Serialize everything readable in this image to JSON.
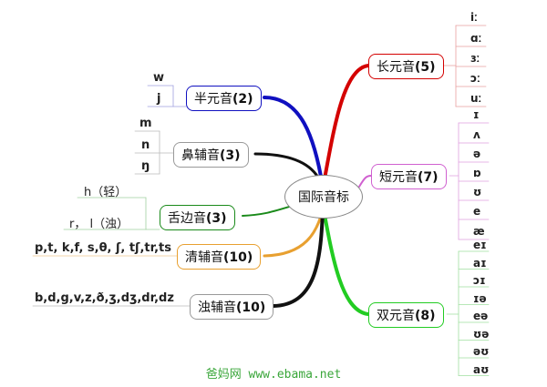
{
  "center": "国际音标",
  "right_branches": [
    {
      "name": "长元音",
      "count": "(5)",
      "color": "#d40000",
      "leaves": [
        "iː",
        "ɑː",
        "ɜː",
        "ɔː",
        "uː"
      ]
    },
    {
      "name": "短元音",
      "count": "(7)",
      "color": "#d060d0",
      "leaves": [
        "ɪ",
        "ʌ",
        "ə",
        "ɒ",
        "ʊ",
        "e",
        "æ"
      ]
    },
    {
      "name": "双元音",
      "count": "(8)",
      "color": "#22cc22",
      "leaves": [
        "eɪ",
        "aɪ",
        "ɔɪ",
        "ɪə",
        "eə",
        "ʊə",
        "əʊ",
        "aʊ"
      ]
    }
  ],
  "left_branches": [
    {
      "name": "半元音",
      "count": "(2)",
      "color": "#1010c0",
      "leaves": [
        "w",
        "j"
      ]
    },
    {
      "name": "鼻辅音",
      "count": "(3)",
      "color": "#111111",
      "leaves": [
        "m",
        "n",
        "ŋ"
      ]
    },
    {
      "name": "舌边音",
      "count": "(3)",
      "color": "#1a8a1a",
      "leaves": [
        "h（轻）",
        "r， l（浊）"
      ]
    },
    {
      "name": "清辅音",
      "count": "(10)",
      "color": "#e8a030",
      "leaves": [
        "p,t, k,f, s,θ, ʃ, tʃ,tr,ts"
      ]
    },
    {
      "name": "浊辅音",
      "count": "(10)",
      "color": "#111111",
      "leaves": [
        "b,d,g,v,z,ð,ʒ,dʒ,dr,dz"
      ]
    }
  ],
  "footer": "爸妈网 www.ebama.net"
}
